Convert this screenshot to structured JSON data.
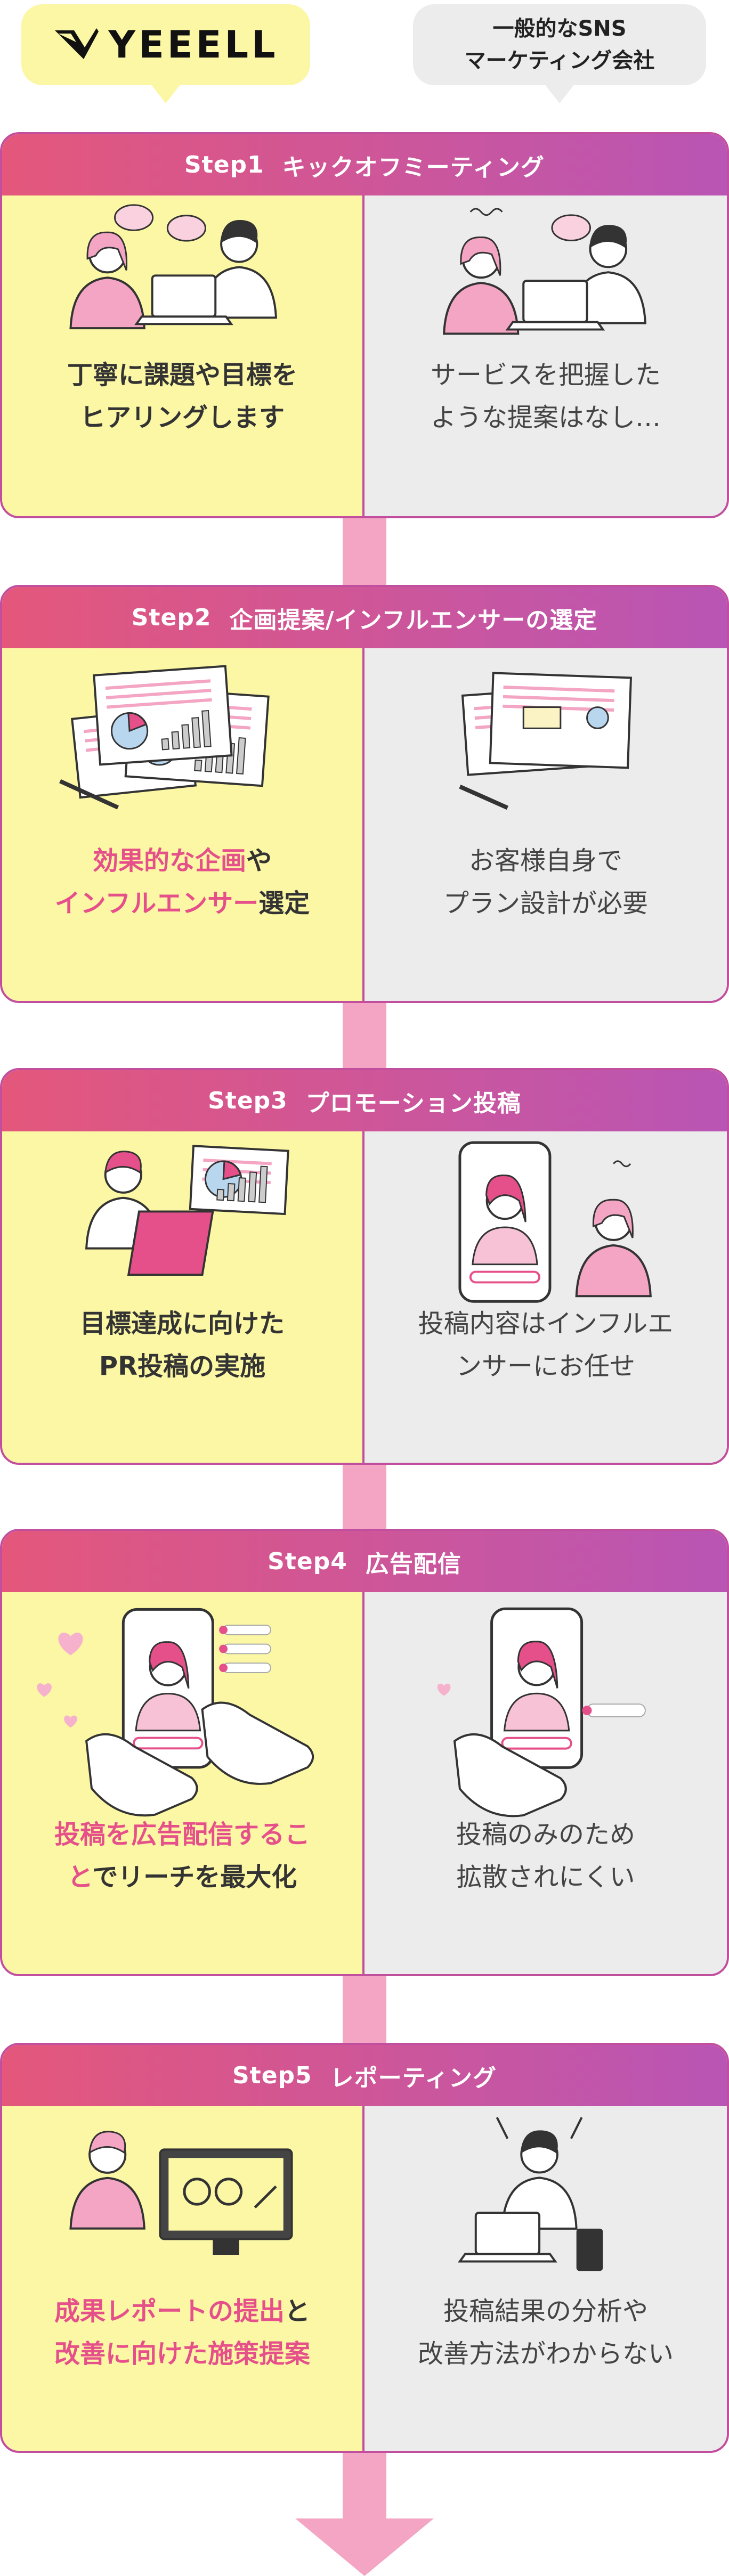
{
  "header": {
    "brand": "YEEELL",
    "competitor": "一般的なSNS\nマーケティング会社"
  },
  "colors": {
    "accent_pink": "#e6508a",
    "frame_purple": "#c24f9e",
    "yeeell_yellow": "#fbf7a5",
    "other_gray": "#ececec",
    "connector": "#f3a5c3"
  },
  "steps": [
    {
      "number": "Step1",
      "title": "キックオフミーティング",
      "left": {
        "parts": [
          {
            "t": "丁寧に課題や目標を"
          },
          {
            "br": true
          },
          {
            "t": "ヒアリングします"
          }
        ],
        "illustration": "meeting-illustration"
      },
      "right": {
        "lines": [
          "サービスを把握した",
          "ような提案はなし…"
        ],
        "illustration": "meeting-confused-illustration"
      }
    },
    {
      "number": "Step2",
      "title": "企画提案/インフルエンサーの選定",
      "left": {
        "parts": [
          {
            "t": "効果的な企画",
            "hl": true
          },
          {
            "t": "や"
          },
          {
            "br": true
          },
          {
            "t": "インフルエンサー",
            "hl": true
          },
          {
            "t": "選定"
          }
        ],
        "illustration": "plan-documents-illustration"
      },
      "right": {
        "lines": [
          "お客様自身で",
          "プラン設計が必要"
        ],
        "illustration": "blank-documents-illustration"
      }
    },
    {
      "number": "Step3",
      "title": "プロモーション投稿",
      "left": {
        "parts": [
          {
            "t": "目標達成に向けた"
          },
          {
            "br": true
          },
          {
            "t": "PR投稿の実施"
          }
        ],
        "illustration": "laptop-planner-illustration"
      },
      "right": {
        "lines": [
          "投稿内容はインフルエ",
          "ンサーにお任せ"
        ],
        "illustration": "phone-influencer-illustration"
      }
    },
    {
      "number": "Step4",
      "title": "広告配信",
      "left": {
        "parts": [
          {
            "t": "投稿を広告配信するこ",
            "hl": true
          },
          {
            "br": true
          },
          {
            "t": "と",
            "hl": true
          },
          {
            "t": "でリーチを最大化"
          }
        ],
        "illustration": "phone-ad-hearts-illustration"
      },
      "right": {
        "lines": [
          "投稿のみのため",
          "拡散されにくい"
        ],
        "illustration": "phone-single-post-illustration"
      }
    },
    {
      "number": "Step5",
      "title": "レポーティング",
      "left": {
        "parts": [
          {
            "t": "成果レポートの提出",
            "hl": true
          },
          {
            "t": "と"
          },
          {
            "br": true
          },
          {
            "t": "改善に向けた施策提案",
            "hl": true
          }
        ],
        "illustration": "report-presenter-illustration"
      },
      "right": {
        "lines": [
          "投稿結果の分析や",
          "改善方法がわからない"
        ],
        "illustration": "troubled-man-illustration"
      }
    }
  ]
}
